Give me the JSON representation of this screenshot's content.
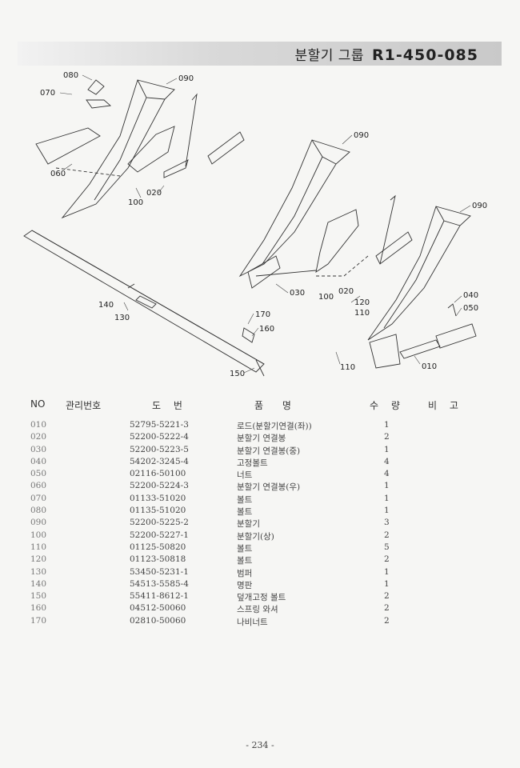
{
  "header": {
    "title": "분할기 그룹",
    "code": "R1-450-085"
  },
  "callouts": [
    "080",
    "070",
    "060",
    "090",
    "100",
    "020",
    "090",
    "090",
    "030",
    "100",
    "020",
    "120",
    "110",
    "040",
    "050",
    "110",
    "010",
    "140",
    "130",
    "170",
    "160",
    "150"
  ],
  "table": {
    "headers": {
      "no": "NO",
      "mgmt": "관리번호",
      "drawing": "도 번",
      "name": "품 명",
      "qty": "수 량",
      "note": "비 고"
    },
    "rows": [
      {
        "no": "010",
        "part": "52795-5221-3",
        "name": "로드(분할기연결(좌))",
        "qty": "1"
      },
      {
        "no": "020",
        "part": "52200-5222-4",
        "name": "분할기 연결봉",
        "qty": "2"
      },
      {
        "no": "030",
        "part": "52200-5223-5",
        "name": "분할기 연결봉(중)",
        "qty": "1"
      },
      {
        "no": "040",
        "part": "54202-3245-4",
        "name": "고정볼트",
        "qty": "4"
      },
      {
        "no": "050",
        "part": "02116-50100",
        "name": "너트",
        "qty": "4"
      },
      {
        "no": "060",
        "part": "52200-5224-3",
        "name": "분할기 연결봉(우)",
        "qty": "1"
      },
      {
        "no": "070",
        "part": "01133-51020",
        "name": "볼트",
        "qty": "1"
      },
      {
        "no": "080",
        "part": "01135-51020",
        "name": "볼트",
        "qty": "1"
      },
      {
        "no": "090",
        "part": "52200-5225-2",
        "name": "분할기",
        "qty": "3"
      },
      {
        "no": "100",
        "part": "52200-5227-1",
        "name": "분할기(상)",
        "qty": "2"
      },
      {
        "no": "110",
        "part": "01125-50820",
        "name": "볼트",
        "qty": "5"
      },
      {
        "no": "120",
        "part": "01123-50818",
        "name": "볼트",
        "qty": "2"
      },
      {
        "no": "130",
        "part": "53450-5231-1",
        "name": "범퍼",
        "qty": "1"
      },
      {
        "no": "140",
        "part": "54513-5585-4",
        "name": "명판",
        "qty": "1"
      },
      {
        "no": "150",
        "part": "55411-8612-1",
        "name": "덮개고정 볼트",
        "qty": "2"
      },
      {
        "no": "160",
        "part": "04512-50060",
        "name": "스프링 와셔",
        "qty": "2"
      },
      {
        "no": "170",
        "part": "02810-50060",
        "name": "나비너트",
        "qty": "2"
      }
    ]
  },
  "footer": {
    "page": "- 234 -"
  }
}
